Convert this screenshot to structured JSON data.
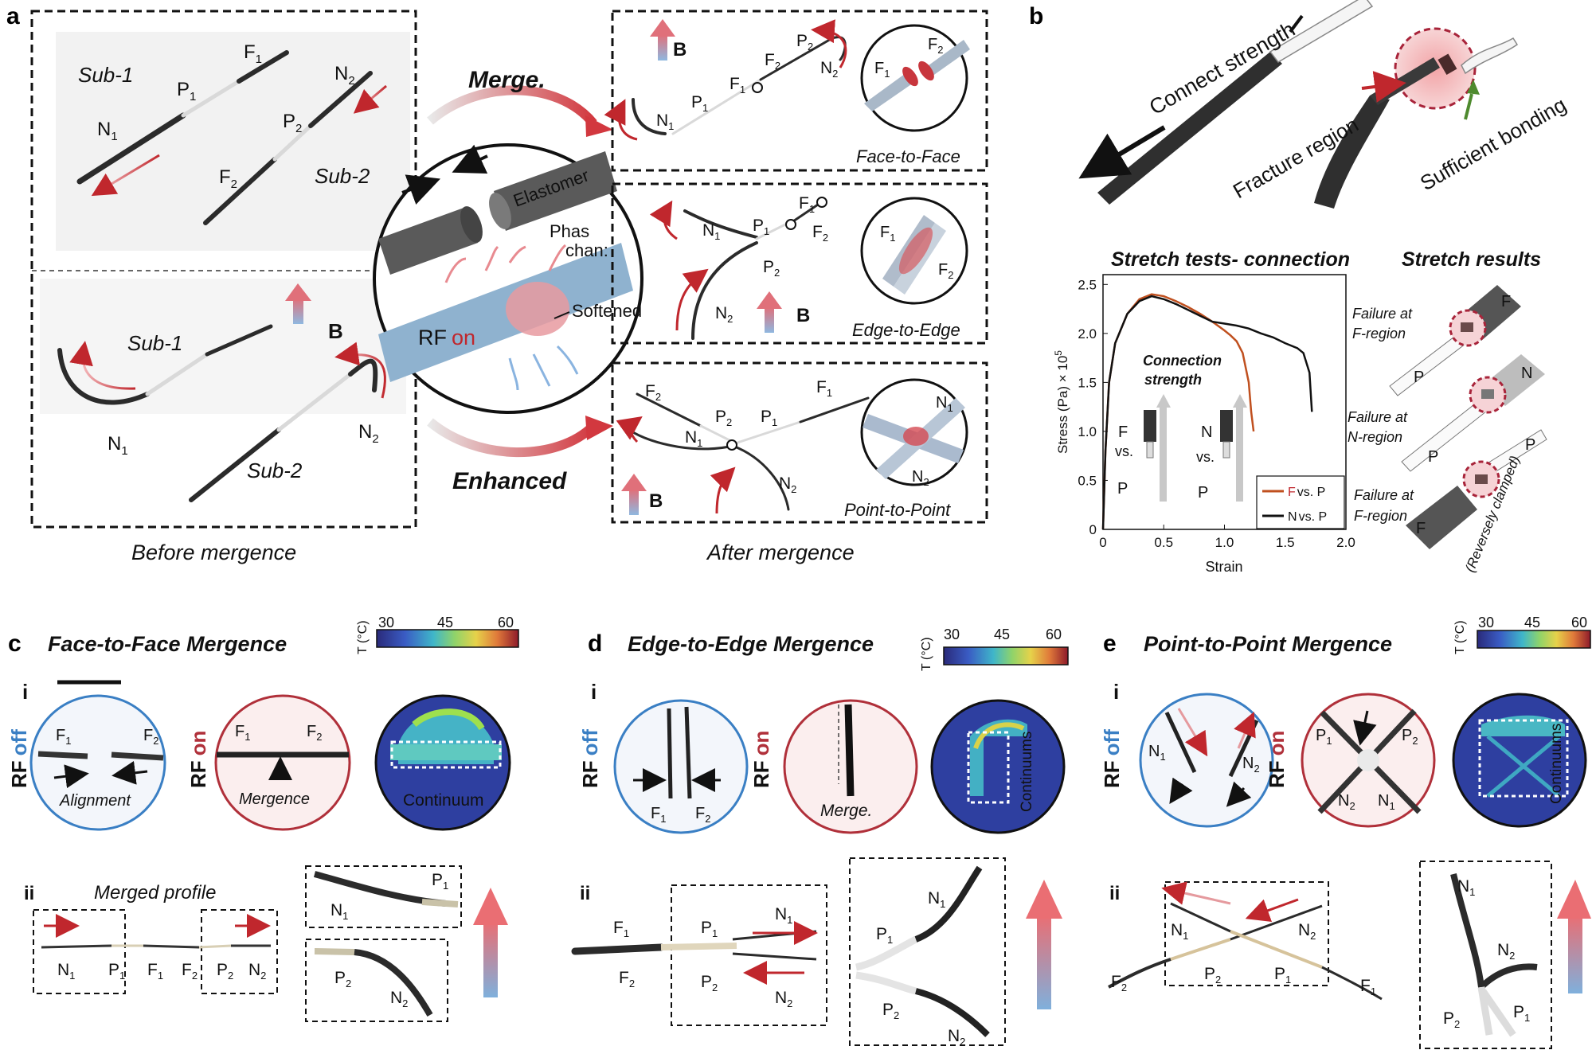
{
  "panels": {
    "a": {
      "label": "a",
      "before": {
        "sub1": "Sub-1",
        "sub2": "Sub-2",
        "F1": "F",
        "F1s": "1",
        "P1": "P",
        "P1s": "1",
        "N1": "N",
        "N1s": "1",
        "N2": "N",
        "N2s": "2",
        "P2": "P",
        "P2s": "2",
        "F2": "F",
        "F2s": "2",
        "B": "B",
        "caption": "Before mergence"
      },
      "center": {
        "merge": "Merge.",
        "enhanced": "Enhanced",
        "elastomer": "Elastomer",
        "phase1": "Phas",
        "phase2": "chan:",
        "rf": "RF",
        "on": "on",
        "softened": "Softened"
      },
      "after": {
        "face": "Face-to-Face",
        "edge": "Edge-to-Edge",
        "point": "Point-to-Point",
        "B": "B",
        "caption": "After mergence"
      }
    },
    "b": {
      "label": "b",
      "connect_strength": "Connect strength",
      "fracture_region": "Fracture region",
      "sufficient_bonding": "Sufficient bonding",
      "stretch_tests_title": "Stretch tests- connection",
      "stretch_results_title": "Stretch results",
      "connection_strength_1": "Connection",
      "connection_strength_2": "strength",
      "fvs_f": "F",
      "fvs_vs": "vs.",
      "fvs_p": "P",
      "nvs_n": "N",
      "nvs_vs": "vs.",
      "nvs_p": "P",
      "result1_1": "Failure at",
      "result1_2": "F-region",
      "result2_1": "Failure at",
      "result2_2": "N-region",
      "result3_1": "Failure at",
      "result3_2": "F-region",
      "reversely": "(Reversely clamped)",
      "res_F": "F",
      "res_P": "P",
      "res_N": "N",
      "res_P2": "P",
      "res_P3": "P",
      "res_F2": "F"
    },
    "c": {
      "label": "c",
      "title": "Face-to-Face Mergence",
      "sub_i": "i",
      "sub_ii": "ii",
      "rf_off_rf": "RF",
      "rf_off_state": "off",
      "rf_on_rf": "RF",
      "rf_on_state": "on",
      "alignment": "Alignment",
      "mergence": "Mergence",
      "continuum": "Continuum",
      "merged_profile": "Merged profile"
    },
    "d": {
      "label": "d",
      "title": "Edge-to-Edge Mergence",
      "sub_i": "i",
      "sub_ii": "ii",
      "rf_off_rf": "RF",
      "rf_off_state": "off",
      "rf_on_rf": "RF",
      "rf_on_state": "on",
      "merge": "Merge.",
      "continuums": "Continuums"
    },
    "e": {
      "label": "e",
      "title": "Point-to-Point Mergence",
      "sub_i": "i",
      "sub_ii": "ii",
      "rf_off_rf": "RF",
      "rf_off_state": "off",
      "rf_on_rf": "RF",
      "rf_on_state": "on",
      "continuums": "Continuums"
    }
  },
  "colorbars": {
    "label": "T (°C)",
    "ticks": [
      "30",
      "45",
      "60"
    ]
  },
  "colors": {
    "red": "#c0272d",
    "blue": "#3a7fc4",
    "dark_rod": "#2b2b2b",
    "orange_series": "#c0501f",
    "black_series": "#111111"
  },
  "chart_data": {
    "type": "line",
    "title": "Stretch tests- connection",
    "xlabel": "Strain",
    "ylabel": "Stress (Pa) × 10",
    "ylabel_exp": "5",
    "xlim": [
      0,
      2.0
    ],
    "ylim": [
      0,
      2.6
    ],
    "xticks": [
      "0",
      "0.5",
      "1.0",
      "1.5",
      "2.0"
    ],
    "yticks": [
      "0",
      "0.5",
      "1.0",
      "1.5",
      "2.0",
      "2.5"
    ],
    "legend_position": "bottom-right",
    "series": [
      {
        "name": "F vs. P",
        "legend_parts": [
          "F",
          "vs. P"
        ],
        "color": "#c0501f",
        "x": [
          0,
          0.02,
          0.05,
          0.1,
          0.2,
          0.3,
          0.4,
          0.5,
          0.6,
          0.7,
          0.8,
          0.9,
          1.0,
          1.05,
          1.1,
          1.15,
          1.2,
          1.22,
          1.24
        ],
        "y": [
          0,
          0.8,
          1.5,
          1.9,
          2.2,
          2.35,
          2.4,
          2.38,
          2.33,
          2.27,
          2.2,
          2.12,
          2.03,
          1.98,
          1.92,
          1.8,
          1.5,
          1.2,
          1.0
        ]
      },
      {
        "name": "N vs. P",
        "legend_parts": [
          "N",
          "vs. P"
        ],
        "color": "#111111",
        "x": [
          0,
          0.02,
          0.05,
          0.1,
          0.2,
          0.3,
          0.4,
          0.5,
          0.6,
          0.7,
          0.8,
          0.9,
          1.0,
          1.1,
          1.2,
          1.3,
          1.4,
          1.5,
          1.6,
          1.65,
          1.7,
          1.72
        ],
        "y": [
          0,
          0.8,
          1.5,
          1.9,
          2.2,
          2.33,
          2.38,
          2.35,
          2.3,
          2.24,
          2.18,
          2.12,
          2.1,
          2.08,
          2.05,
          2.0,
          1.96,
          1.9,
          1.85,
          1.8,
          1.6,
          1.2
        ]
      }
    ]
  }
}
